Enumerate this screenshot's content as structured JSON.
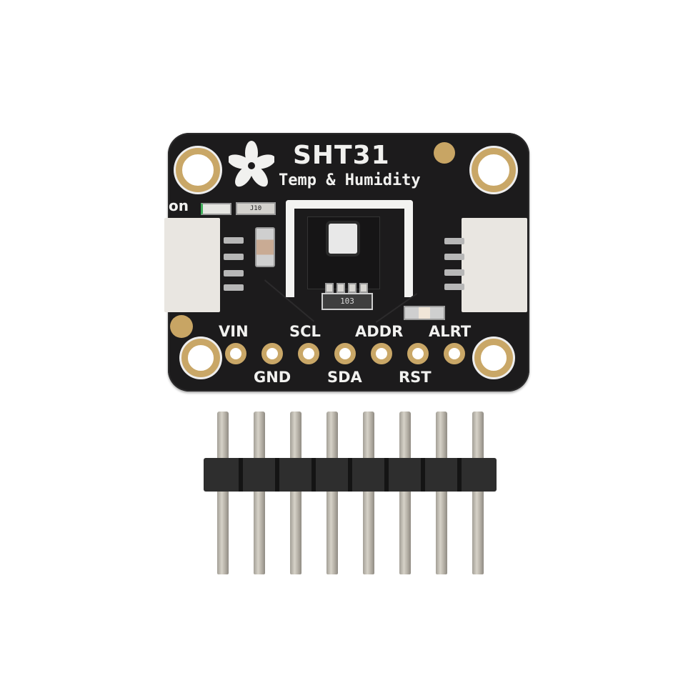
{
  "board": {
    "title": "SHT31",
    "subtitle": "Temp & Humidity",
    "power_led_label": "on",
    "resistor_label_top": "J10",
    "resistor_network_label": "103",
    "colors": {
      "pcb": "#1c1b1c",
      "silkscreen": "#f1f1ef",
      "gold_pad": "#c9a767",
      "connector": "#e9e6e1",
      "header_plastic": "#2e2e2e",
      "header_pin": "#c8c3b8"
    },
    "pins_top_row": [
      "VIN",
      "SCL",
      "ADDR",
      "ALRT"
    ],
    "pins_bottom_row": [
      "GND",
      "SDA",
      "RST"
    ],
    "pin_count": 7
  },
  "header": {
    "pin_count": 8
  },
  "icons": {
    "logo": "adafruit-flower-icon"
  }
}
